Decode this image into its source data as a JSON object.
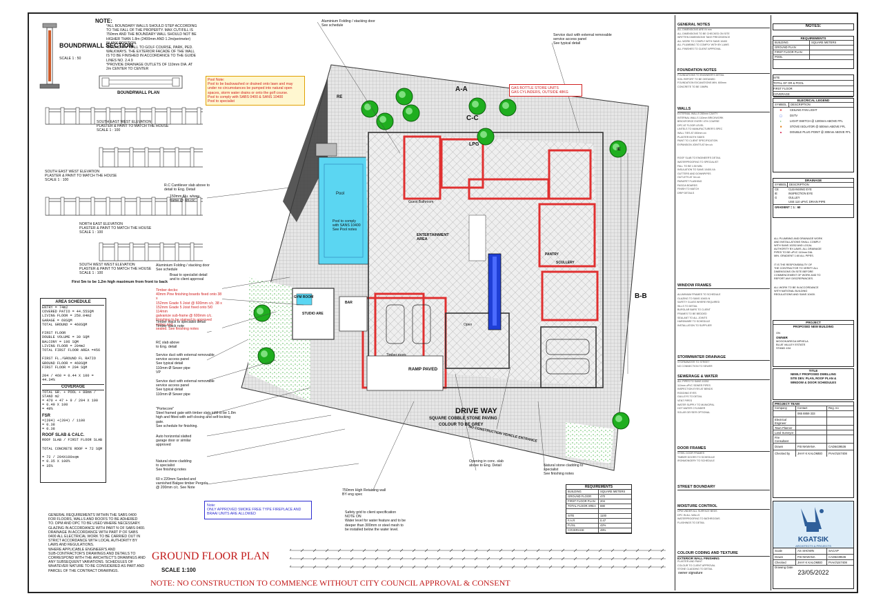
{
  "sheet": {
    "main_title": "GROUND FLOOR PLAN",
    "scale": "SCALE  1:100",
    "warning": "NOTE: NO CONSTRUCTION TO COMMENCE WITHOUT CITY COUNCIL APPROVAL & CONSENT"
  },
  "top_note": {
    "heading": "NOTE:",
    "lines": [
      "*ALL BOUNDARY WALLS SHOULD STEP ACCORDING",
      "TO THE FALL OF THE PROPERTY. MAX CUT/FILL IS",
      "750mm AND THE BOUNDARY WALL SHOULD NOT BE",
      "HIGHER THAN 1.8m (2400mm AND 1.2m/perimeter)",
      "IN ANY POSITION.",
      "*BOUNDARY WALL TO GOLF COURSE, PARK, PED.",
      "WALKWAYS. THE EXTERIOR FACADE OF THE WALL",
      "IS TO BE FINISHED IN ACCORDANCE TO THE GUIDE",
      "LINES NO. 2.4.9",
      "*PROVIDE DRAINAGE OUTLETS OF 110mm DIA. AT",
      "2m CENTER TO CENTER"
    ]
  },
  "boundary": {
    "section_title": "BOUNDRWALL SECTION",
    "section_scale": "SCALE 1 : 50",
    "plan_title": "BOUNDRWALL  PLAN",
    "elev_se": "SOUTH EAST WEST ELEVATION",
    "elev_se_sub": "PLASTER & PAINT TO MATCH THE HOUSE",
    "elev_se_scale": "SCALE  1 : 100",
    "elev_sew": "SOUTH EAST WEST ELEVATION",
    "elev_sew_sub": "PLASTER & PAINT TO MATCH THE HOUSE",
    "elev_sew_scale": "SCALE  1 : 100",
    "elev_ne": "NORTH EAST ELEVATION",
    "elev_ne_sub": "PLASTER & PAINT TO MATCH THE HOUSE",
    "elev_ne_scale": "SCALE  1 : 100",
    "elev_sw": "SOUTH WEST WEST ELEVATION",
    "elev_sw_sub": "PLASTER & PAINT TO MATCH THE HOUSE",
    "elev_sw_scale": "SCALE  1 : 100",
    "first_note": "First 5m to be 1.2m high maximum from front to back"
  },
  "area_schedule": {
    "title": "AREA SCHEDULE",
    "lines": [
      "ENTRY = 74m2",
      "COVERED PATIO = 44.55SQM",
      "LIVING FLOOR = 258.04m2",
      "GARAGE = 69SQM",
      "TOTAL GROUND = 460SQM",
      "",
      "FIRST FLOOR",
      "DOUBLE VOLUME = 30 SQM",
      "BALCONY = 196 SQM",
      "LIVING FLOOR = 204m2",
      "TOTAL FIRST FLOOR AREA =456",
      "",
      "FIRST FL./GROUND FL RATIO",
      "GROUND FLOOR = 460SQM",
      "FIRST FLOOR = 204 SQM",
      "",
      "204 / 460 = 0.44 X 100 = 44.34%"
    ],
    "coverage_title": "COVERAGE",
    "coverage_lines": [
      "TOTAL GR. + POOL + 80mm / STAND m2",
      "= 470 + 47 + 9 / 204 X 100",
      "= 0.49 X 100",
      "= 49%"
    ],
    "fsr_title": "FSR",
    "fsr_lines": [
      "=(204) +(204) / 1100",
      "= 0.38",
      "= 0.38"
    ],
    "roof_title": "ROOF SLAB & CALC.",
    "roof_lines": [
      "ROOF SLAB / FIRST FLOOR SLAB",
      "",
      "TOTAL CONCRETE ROOF = 72 SQM",
      "",
      "= 72 / 204X100sqm",
      "= 0.35 X 100%",
      "= 35%"
    ]
  },
  "general_req": {
    "lines": [
      "GENERAL REQUIREMENTS WITHIN THE SABS 0400",
      "FOR FLOORS, WALLS AND ROOFS TO BE ADHERED",
      "TO. DPM AND DPC TO BE USED WHERE NECESSARY.",
      "GLAZING IN ACCORDANCE WITH PART N OF SABS 0400.",
      "DRAINAGE IN ACCORDANCE WITH PART P OF SABS",
      "0400 ALL ELECTRICAL WORK TO BE CARRIED OUT IN",
      "STRICT ACCORDANCE WITH LOCAL AUTHORITY BY",
      "LAWS AND REGULATIONS.",
      "WHERE APPLICABLE ENGINEER'S AND",
      "SUB-CONTRACTOR'S DRAWINGS AND DETAILS TO",
      "CORRESPOND WITH THE ARCHITECT'S DRAWINGS AND",
      "ANY SUBSEQUENT VARIATIONS. SCHEDULES OF",
      "WHATEVER NATURE TO BE CONSIDERED AS PART AND",
      "PARCEL OF THE CONTRACT DRAWINGS."
    ]
  },
  "callouts": {
    "pool_note": [
      "Pool Note:",
      "Pool to be backwashed or drained onto lawn and may",
      "under no circumstances be pumped into natural open",
      "spaces, storm water drains or onto the golf course.",
      "Pool to comply with SABS 0400 & SANS 10400",
      "Pool to specialist"
    ],
    "gas_note": [
      "GAS BOTTLE STORE UNITS",
      "GAS CYLINDERS, OUTSIDE 48KG"
    ],
    "smoke_note": [
      "Note:",
      "ONLY APPROVED SMOKE FREE TYPE FIREPLACE AND",
      "BRAAI UNITS ARE ALLOWED"
    ],
    "top_left": [
      "Aluminium Folding / stacking door",
      "See schedule"
    ],
    "top_right": [
      "Service duct with external removable",
      "service access panel",
      "See typical detail"
    ],
    "cantilever": [
      "R.C Cantilever slab above to",
      "detail to Eng. Detail"
    ],
    "bulkhead": [
      "150mm Alu. w/way",
      "frame @ 3m c/c"
    ],
    "alu_folding": [
      "Aluminium Folding / stacking door",
      "See schedule"
    ],
    "braai": [
      "Braai to specialist detail",
      "and to client approval"
    ],
    "timber_deck": [
      "Timber decks:",
      "40mm Pine finishing boards fixed onto 38 x",
      "152mm Grade 5 Joist @ 600mm c/c. 38 x",
      "152mm Grade 5 Joist fixed onto 5/0 114mm",
      "galvanize sub-frame @ 600mm c/c.",
      "Finishing to be stained to approved colour and",
      "sealed. See finishing notes"
    ],
    "timber_stair": [
      "Timber stack to specialist detail",
      "Timber stack note"
    ],
    "rc_slab": [
      "RC slab above",
      "to Eng. detail"
    ],
    "service1": [
      "Service duct with external removable",
      "service access panel",
      "See typical detail",
      "110mm Ø Sewer pipe",
      "VP"
    ],
    "service2": [
      "Service duct with external removable",
      "service access panel",
      "See typical detail",
      "110mm Ø Sewer pipe"
    ],
    "porte": [
      "\"Portecore\"",
      "Steel framed gate with timber slats infill to be 1.8m",
      "high and fitted with self-closing and self-locking gate.",
      "See schedule for finishing."
    ],
    "garage_door": [
      "Auto horizontal slatted",
      "garage door or similar",
      "approved"
    ],
    "stone_cladding": [
      "Natural stone cladding",
      "to specialist",
      "See finishing notes"
    ],
    "sleepers": [
      "60 x 220mm Sanded and",
      "varnished Balgee timber Pergola",
      "@ 200mm c/c. See Note"
    ],
    "retaining": [
      "750mm High Retaining wall",
      "BY eng spec"
    ],
    "safety": [
      "Safety grid to client specification",
      "NOTE ON",
      "Water level for water feature and to be",
      "deeper than 300mm or steel mesh to",
      "be installed below the water level."
    ],
    "opening": [
      "Opening in conc. slab",
      "above to Eng. Detail"
    ],
    "stone_right": [
      "Natural stone cladding to specialist",
      "See finishing notes"
    ]
  },
  "plan_labels": {
    "a_a": "A-A",
    "b_b": "B-B",
    "c_c": "C-C",
    "drive_way": "DRIVE WAY",
    "drive_way_sub1": "SQUARE COBBLE STONE PAVING",
    "drive_way_sub2": "COLOUR TO BE GREY",
    "entrance": "NO CONSTRUCTION VEHICLE ENTRANCE",
    "ramp": "RAMP PAVED",
    "pool": "Pool",
    "pool_sub": "Pool to comply with SANS 10400 See Pool notes",
    "entertainment": "ENTERTAINMENT AREA",
    "gym": "GYM ROOM",
    "studio": "STUDIO ARE",
    "bar": "BAR",
    "scullery": "SCULLERY",
    "pantry": "PANTRY",
    "lpg": "LPG",
    "ie": "IE",
    "re": "RE",
    "guest_bath": "Guest Bathroom",
    "open": "Open",
    "timber_room": "Timber room"
  },
  "requirements_table": {
    "title": "REQUIREMENTS",
    "headers": [
      "BUILDING",
      "SQUARE METERS"
    ],
    "rows": [
      [
        "GROUND FLOOR",
        "470"
      ],
      [
        "FIRST FLOOR PLAN",
        "204"
      ],
      [
        "TOTAL FLOOR AREA",
        "690"
      ],
      [
        "",
        ""
      ],
      [
        "SITE",
        "1100"
      ],
      [
        "F.A.R",
        "0.47"
      ],
      [
        "FL/SL",
        "42%"
      ],
      [
        "COVERAGE",
        "49%"
      ]
    ]
  },
  "notes_panel": {
    "general_title": "GENERAL NOTES",
    "general_lines": [
      "ALL DIMENSIONS ARE IN mm",
      "ALL DIMENSIONS TO BE CHECKED ON SITE",
      "WRITTEN DIMENSIONS TAKE PRECEDENCE",
      "ALL WORK TO COMPLY WITH SANS 10400",
      "ALL PLUMBING TO COMPLY WITH BY-LAWS",
      "ALL FINISHES TO CLIENT APPROVAL"
    ],
    "foundation_title": "FOUNDATION NOTES",
    "foundation_lines": [
      "FOUNDATIONS TO ENGINEER'S DETAIL",
      "SOIL REPORT TO BE OBTAINED",
      "FOUNDATION EXCAVATIONS MIN. 600mm",
      "CONCRETE TO BE 15MPA"
    ],
    "walls_title": "WALLS",
    "walls_lines": [
      "EXTERNAL WALLS 280mm CAVITY",
      "INTERNAL WALLS 110mm BRICKWORK",
      "BRICKFORCE EVERY 4TH COURSE",
      "DPC AT FLOOR LEVEL",
      "LINTELS TO MANUFACTURER'S SPEC",
      "WALL TIES AT 450mm c/c",
      "PLASTER BOTH SIDES",
      "PAINT TO CLIENT SPECIFICATION",
      "EXPANSION JOINTS AT 6m c/c"
    ],
    "roof_lines": [
      "ROOF SLAB TO ENGINEER'S DETAIL",
      "WATERPROOFING TO SPECIALIST",
      "FALL TO BE 1:50 MIN.",
      "INSULATION TO SANS 10400-XA",
      "GUTTERS AND DOWNPIPES",
      "OUTLETS AT 3m c/c",
      "PARAPET FLASHING",
      "FASCIA BOARDS",
      "FINISH TO MATCH",
      "DRIP DETAILS"
    ],
    "window_title": "WINDOW FRAMES",
    "window_lines": [
      "ALUMINIUM FRAMES TO SCHEDULE",
      "GLAZING TO SANS 10400-N",
      "SAFETY GLASS WHERE REQUIRED",
      "SILLS TO DETAIL",
      "BURGLAR BARS TO CLIENT",
      "FRAMES TO BE BEDDED",
      "SEALANT TO ALL JOINTS",
      "HARDWARE TO SCHEDULE",
      "INSTALLATION TO SUPPLIER"
    ],
    "storm_title": "STORMWATER DRAINAGE",
    "storm_lines": [
      "STORMWATER TO STREET",
      "NO CONNECTION TO SEWER"
    ],
    "sewer_title": "SEWERAGE & WATER",
    "sewer_lines": [
      "ALL PIPES TO SANS 10252",
      "110mm uPVC SEWER PIPES",
      "INSPECTION EYES AT BENDS",
      "RODDING EYES",
      "GULLEYS TO DETAIL",
      "VENT PIPES",
      "WATER SUPPLY TO MUNICIPAL",
      "HOT WATER CYLINDER",
      "SOLAR GEYSER OPTIONAL"
    ],
    "door_title": "DOOR FRAMES",
    "door_lines": [
      "STEEL DOOR FRAMES",
      "TIMBER DOORS TO SCHEDULE",
      "IRONMONGERY TO SCHEDULE"
    ],
    "street_title": "STREET BOUNDARY",
    "moisture_title": "MOISTURE CONTROL",
    "moisture_lines": [
      "DPM UNDER ALL SURFACE BEDS",
      "DPC IN ALL WALLS",
      "WATERPROOFING TO BATHROOMS",
      "FLASHINGS TO DETAIL"
    ],
    "colour_title": "COLOUR CODING AND TEXTURE",
    "exterior": "EXTERIOR WALL FINISHING",
    "exterior_lines": [
      "PLASTER AND PAINT",
      "COLOUR TO CLIENT APPROVAL",
      "STONE CLADDING TO DETAIL"
    ],
    "owner": "owner signature"
  },
  "title_block": {
    "notes": "NOTES:",
    "req_title": "REQUIREMENTS",
    "req_rows": [
      [
        "BUILDING",
        "SQUARE METERS"
      ],
      [
        "GROUND PLAN",
        ""
      ],
      [
        "FIRST FLOOR PLAN",
        ""
      ],
      [
        "POOL",
        ""
      ]
    ],
    "small_rows": [
      "SITE",
      "TOTAL GF OR & POOL",
      "FIRST FLOOR",
      "COVERAGE"
    ],
    "elec_title": "ELECRICAL LEGEND",
    "elec_headers": [
      "SYMBOL",
      "DESCRIPTION"
    ],
    "elec_items": [
      "CEILING FAN LIGHT",
      "DSTV",
      "LIGHT SWITCH @ 1200mm ABOVE FFL",
      "STOVE ISOLATOR @ 500mm ABOVE FFL",
      "DOUBLE PLUG POINT @ 300mm ABOVE FFL"
    ],
    "drain_title": "DRAINAGE",
    "drain_headers": [
      "SYMBOL",
      "DESCRIPTION"
    ],
    "drain_items": [
      [
        "CE",
        "CLEANSING EYE"
      ],
      [
        "IE",
        "INSPECTION EYE"
      ],
      [
        "G",
        "GULLEY"
      ],
      [
        "",
        "USE 110 uPVC DRAIN PIPE"
      ]
    ],
    "gradient": "GRADIENT = 1 : 60",
    "desc_lines": [
      "ALL PLUMBING AND DRAINAGE WORK",
      "AND INSTALLATIONS SHALL COMPLY",
      "WITH SANS 10252 AND LOCAL",
      "AUTHORITY BY-LAWS. ALL DRAINAGE",
      "PIPES TO BE uPVC 110mm DIA.",
      "MIN. GRADIENT 1:60 ALL PIPES."
    ],
    "desc_lines2": [
      "IT IS THE RESPONSIBILITY OF",
      "THE CONTRACTOR TO VERIFY ALL",
      "DIMENSIONS ON SITE BEFORE",
      "COMMENCEMENT OF WORK AND TO",
      "REPORT ANY DISCREPANCIES."
    ],
    "desc_lines3": [
      "ALL WORK TO BE IN ACCORDANCE",
      "WITH NATIONAL BUILDING",
      "REGULATIONS AND SANS 10400."
    ],
    "project_title": "PROJECT",
    "project_name": "PROPOSED NEW BUILDING",
    "on": "ON",
    "owner_title": "OWNER",
    "owner_lines": [
      "MOGOKAREGA MPHELA",
      "BLUE VALLEY ESTATE",
      "STAND 434"
    ],
    "title_title": "TITLE",
    "title_lines": [
      "NEWLY PROPOSED DWELLING",
      "SITE DEV. PLAN, ROOF PLAN &",
      "WINDOW & DOOR SCHEDULES"
    ],
    "team_title": "PROJECT TEAM",
    "team_headers": [
      "Company",
      "Contact",
      "Reg. no"
    ],
    "team_contact": "065 8859 333",
    "team_roles": [
      "Electrical Engineer",
      "Town Planner",
      "Land Surveyor",
      "Fire Consultant"
    ],
    "drawn_label": "Drawn",
    "drawn_name": "P.B NKWANA",
    "drawn_reg": "CAD6439536",
    "checked_label": "Checked by",
    "checked_name": "JHAY K KALOMBO",
    "checked_reg": "PrArch247408",
    "logo_name": "KGATSIK",
    "logo_sub": "ARCHITECTS & PROJECTS",
    "scale_label": "Scale",
    "scale_value": "AS SHOWN",
    "sacap": "SACAP",
    "drawn2": "Drawn",
    "drawn2_name": "P.B NKWANA",
    "drawn2_reg": "CAD6439536",
    "checked2": "Checked",
    "checked2_name": "JHAY K KALOMBO",
    "checked2_reg": "PrArch247408",
    "date_label": "Drawing Date",
    "date_value": "23/05/2022"
  },
  "colors": {
    "wall_red": "#e03030",
    "pool_blue": "#5bd6f2",
    "water_blue": "#1f3fd6",
    "tree_green": "#1fae1f",
    "paving": "#b8b8b8"
  }
}
